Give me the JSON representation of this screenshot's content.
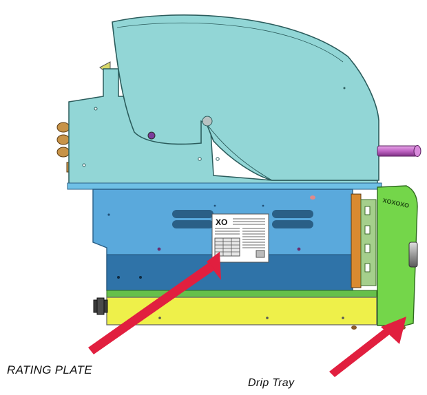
{
  "labels": {
    "rating_plate": "RATING PLATE",
    "drip_tray": "Drip Tray"
  },
  "plate": {
    "brand": "XO"
  },
  "colors": {
    "hood": "#92d6d6",
    "hood_stroke": "#2b5c5c",
    "body": "#5aa9dc",
    "body_dark": "#2f73a8",
    "base": "#eef04a",
    "base_green": "#66c04a",
    "end_panel": "#74d64a",
    "handle": "#c064c4",
    "bracket": "#d98a30",
    "arrow": "#e11f3f"
  }
}
